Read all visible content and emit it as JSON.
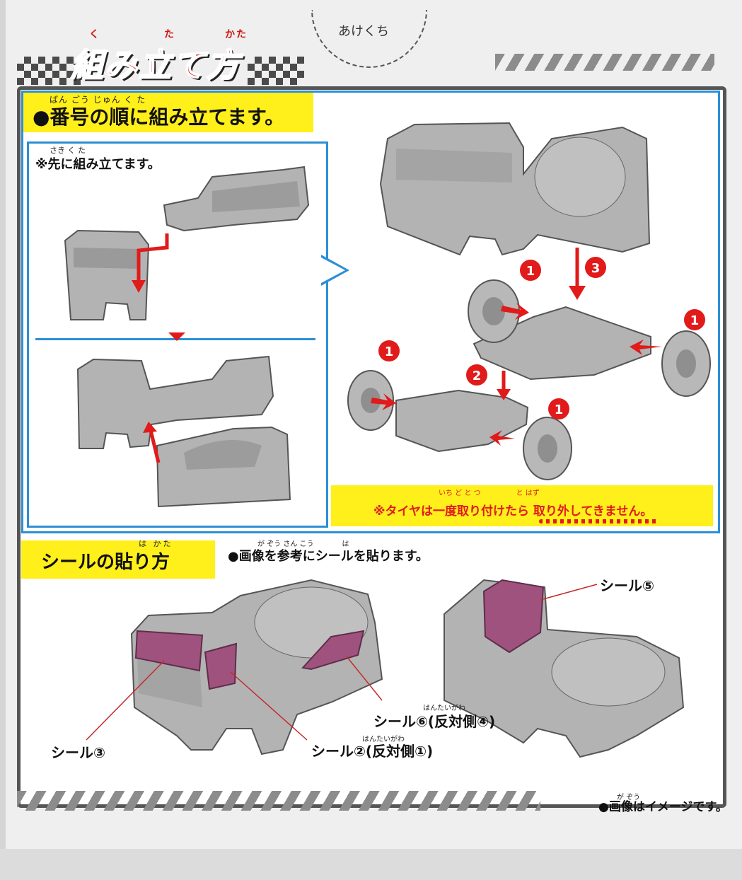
{
  "header": {
    "opener_label": "あけくち",
    "title": "組み立て方",
    "title_ruby": [
      "く",
      "た",
      "かた"
    ]
  },
  "assembly": {
    "banner_text": "●番号の順に組み立てます。",
    "banner_ruby": "ばん ごう じゅん く た",
    "pre_assembly_ruby": "さき く た",
    "pre_assembly_note": "※先に組み立てます。",
    "step_numbers": [
      "1",
      "3",
      "1",
      "1",
      "2",
      "1"
    ],
    "tire_note_ruby": "いち ど と つ　　　　　と はず",
    "tire_note": "※タイヤは一度取り付けたら 取り外してきません。"
  },
  "stickers": {
    "banner_text": "シールの貼り方",
    "banner_ruby": "は かた",
    "instruction_ruby": "が ぞう さん こう　　　　は",
    "instruction": "●画像を参考にシールを貼ります。",
    "labels": {
      "seal5": "シール⑤",
      "seal6": "シール⑥(反対側④)",
      "seal6_ruby": "はんたいがわ",
      "seal3": "シール③",
      "seal2": "シール②(反対側①)",
      "seal2_ruby": "はんたいがわ"
    }
  },
  "footer": {
    "note_ruby": "が ぞう",
    "note": "●画像はイメージです。"
  },
  "colors": {
    "accent_red": "#e11a1a",
    "banner_yellow": "#ffef1a",
    "frame_blue": "#2c8fd6",
    "sticker_purple": "#a0527e",
    "part_gray": "#a9a9a9"
  }
}
